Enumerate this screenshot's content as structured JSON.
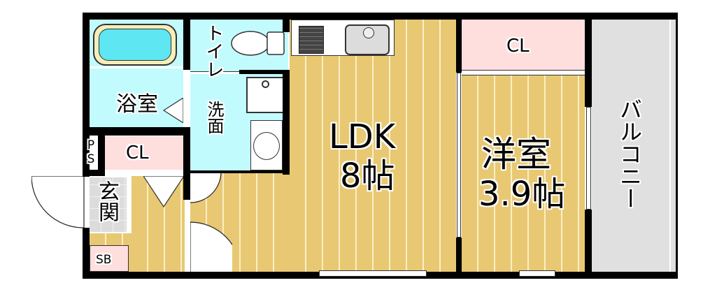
{
  "floorplan": {
    "rooms": {
      "bath": {
        "label": "浴室"
      },
      "toilet": {
        "label": "トイレ"
      },
      "washroom": {
        "label": "洗面"
      },
      "closet_entry": {
        "label": "CL"
      },
      "pipe_space": {
        "label": "PS"
      },
      "entrance": {
        "label": "玄関"
      },
      "shoe_box": {
        "label": "SB"
      },
      "ldk": {
        "label": "LDK",
        "size": "8帖"
      },
      "western_room": {
        "label": "洋室",
        "size": "3.9帖"
      },
      "closet_room": {
        "label": "CL"
      },
      "balcony": {
        "label": "バルコニー"
      }
    },
    "colors": {
      "floor": "#e8c872",
      "wet_area": "#c2fbfd",
      "closet": "#ffdede",
      "balcony": "#e0e0e0",
      "entrance": "#dcdcdc",
      "wall": "#000000"
    }
  }
}
